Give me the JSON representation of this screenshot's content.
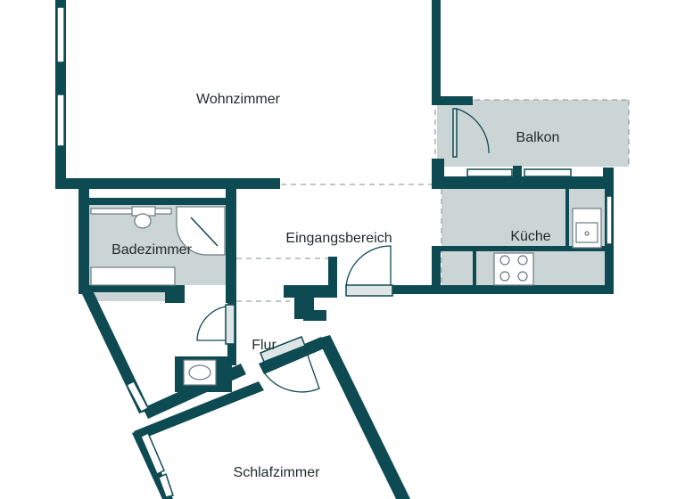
{
  "rooms": {
    "wohnzimmer": "Wohnzimmer",
    "balkon": "Balkon",
    "badezimmer": "Badezimmer",
    "eingangsbereich": "Eingangsbereich",
    "kueche": "Küche",
    "flur": "Flur",
    "schlafzimmer": "Schlafzimmer"
  },
  "colors": {
    "wall": "#0e4a52",
    "room_fill": "#cbd5d6",
    "label": "#1f2a2b"
  }
}
